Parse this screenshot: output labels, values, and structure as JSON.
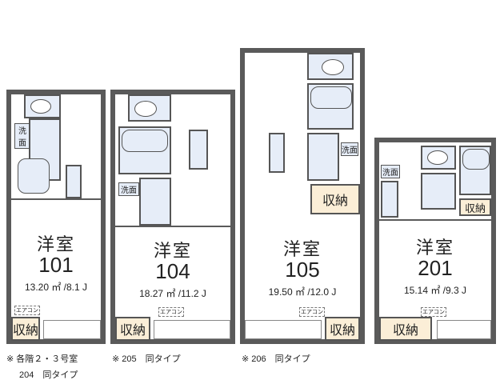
{
  "units": [
    {
      "id": "101",
      "room_type": "洋室",
      "number": "101",
      "area": "13.20 ㎡ /8.1 J",
      "storage_label": "収納",
      "washroom_label": "洗面",
      "ac_label": "エアコン",
      "note_line1": "※ 各階２・３号室",
      "note_line2": "204　同タイプ"
    },
    {
      "id": "104",
      "room_type": "洋室",
      "number": "104",
      "area": "18.27 ㎡ /11.2 J",
      "storage_label": "収納",
      "washroom_label": "洗面",
      "ac_label": "エアコン",
      "note_line1": "※ 205　同タイプ"
    },
    {
      "id": "105",
      "room_type": "洋室",
      "number": "105",
      "area": "19.50 ㎡ /12.0 J",
      "storage_label": "収納",
      "washroom_label": "洗面",
      "ac_label": "エアコン",
      "note_line1": "※ 206　同タイプ"
    },
    {
      "id": "201",
      "room_type": "洋室",
      "number": "201",
      "area": "15.14 ㎡ /9.3 J",
      "storage_label": "収納",
      "washroom_label": "洗面",
      "ac_label": "エアコン"
    }
  ],
  "colors": {
    "wall": "#5a5a5a",
    "wet_area": "#e6edf8",
    "storage": "#fbeed7"
  }
}
